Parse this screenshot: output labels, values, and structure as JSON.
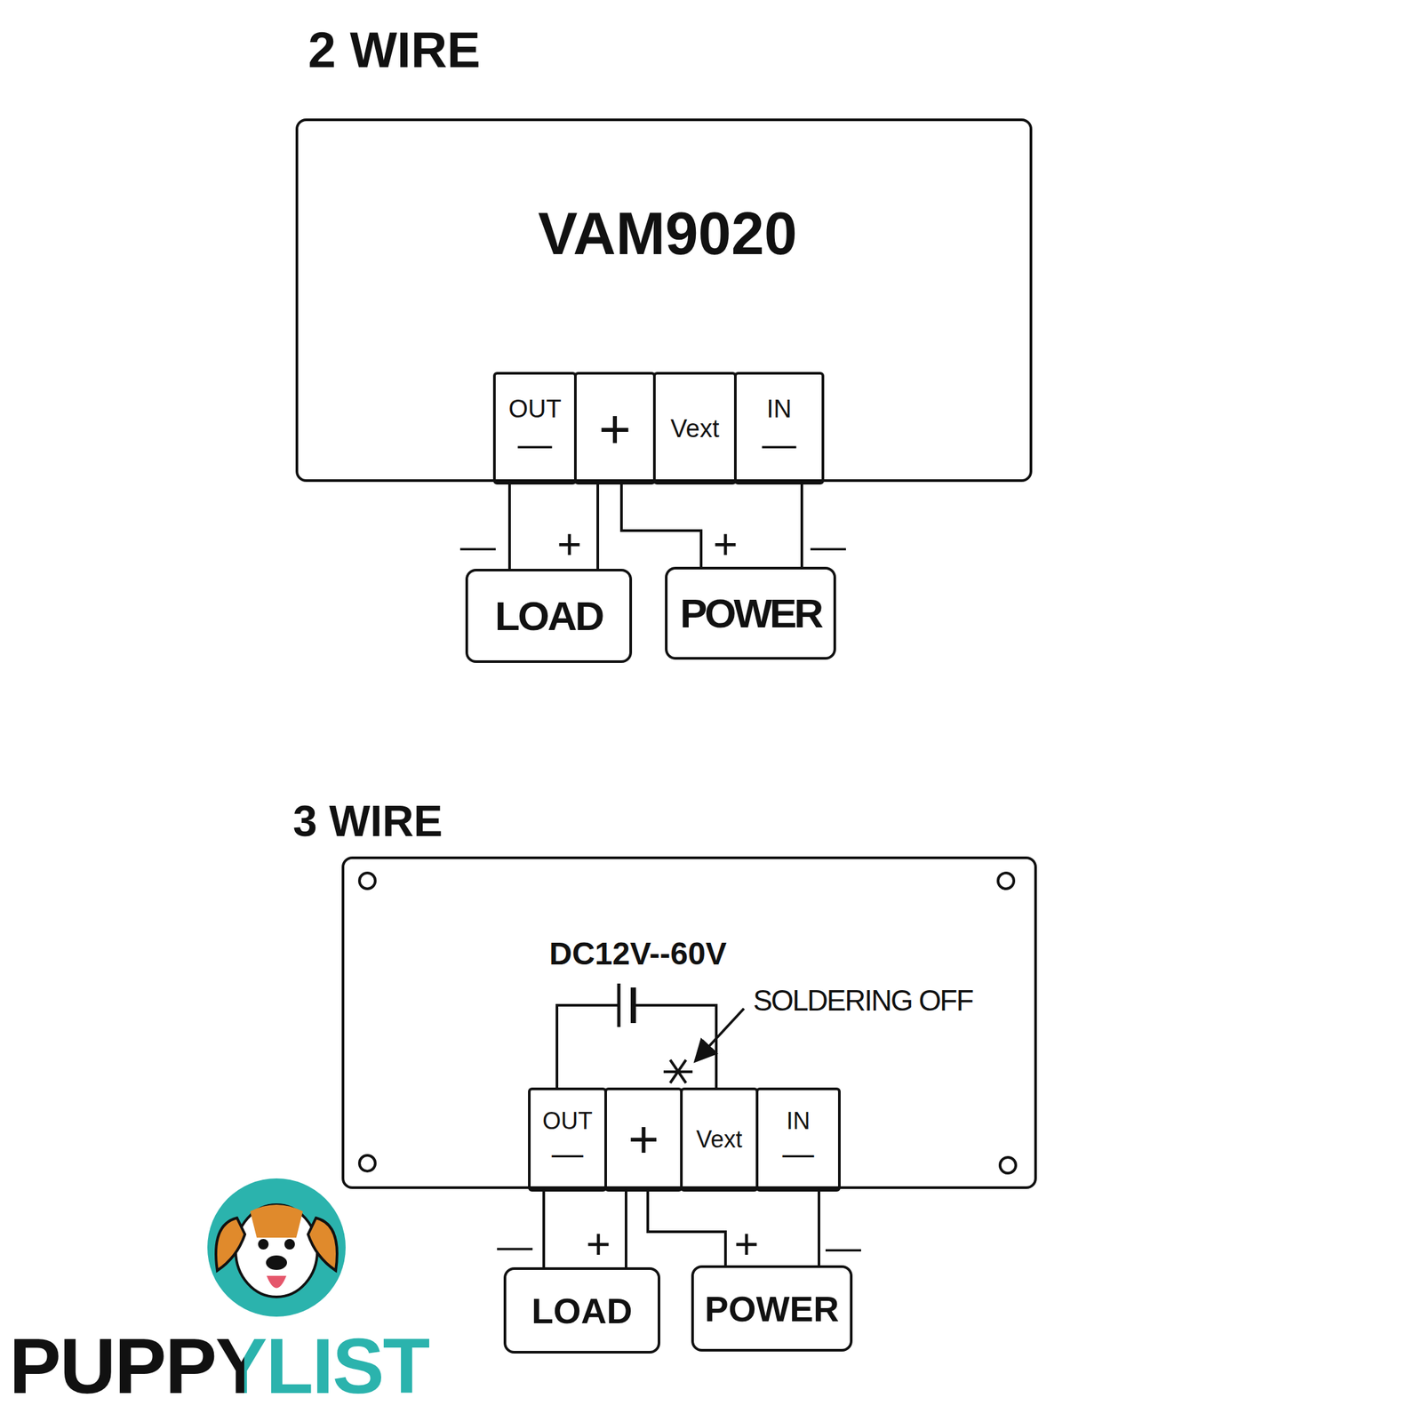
{
  "diagram": {
    "nodes": [
      {
        "text": [
          "VAM9020"
        ]
      },
      {
        "text": [
          "OUT",
          "—"
        ],
        "in": 0
      },
      {
        "text": [
          "+"
        ],
        "in": 0
      },
      {
        "text": [
          "Vext"
        ],
        "in": 0
      },
      {
        "text": [
          "IN",
          "—"
        ],
        "in": 0
      },
      {
        "text": [
          "LOAD"
        ]
      },
      {
        "text": [
          "POWER"
        ]
      },
      {
        "text": [
          "DC12V--60V",
          "SOLDERING OFF"
        ]
      },
      {
        "text": [
          "OUT",
          "—"
        ],
        "in": 7
      },
      {
        "text": [
          "+"
        ],
        "in": 7
      },
      {
        "text": [
          "Vext"
        ],
        "in": 7
      },
      {
        "text": [
          "IN",
          "—"
        ],
        "in": 7
      },
      {
        "text": [
          "LOAD"
        ]
      },
      {
        "text": [
          "POWER"
        ]
      }
    ],
    "edges": [
      {
        "from": 1,
        "to": 5,
        "arrow": "none"
      },
      {
        "from": 2,
        "to": 5,
        "arrow": "none"
      },
      {
        "from": 2,
        "to": 6,
        "arrow": "none"
      },
      {
        "from": 4,
        "to": 6,
        "arrow": "none"
      },
      {
        "from": 8,
        "to": 10,
        "arrow": "none"
      },
      {
        "from": 8,
        "to": 12,
        "arrow": "none"
      },
      {
        "from": 9,
        "to": 12,
        "arrow": "none"
      },
      {
        "from": 9,
        "to": 13,
        "arrow": "none"
      },
      {
        "from": 11,
        "to": 13,
        "arrow": "none"
      }
    ],
    "labels": [
      "2 WIRE",
      "—",
      "+",
      "+",
      "—",
      "3 WIRE",
      "—",
      "+",
      "+",
      "—",
      "PUPPYLIST"
    ]
  }
}
